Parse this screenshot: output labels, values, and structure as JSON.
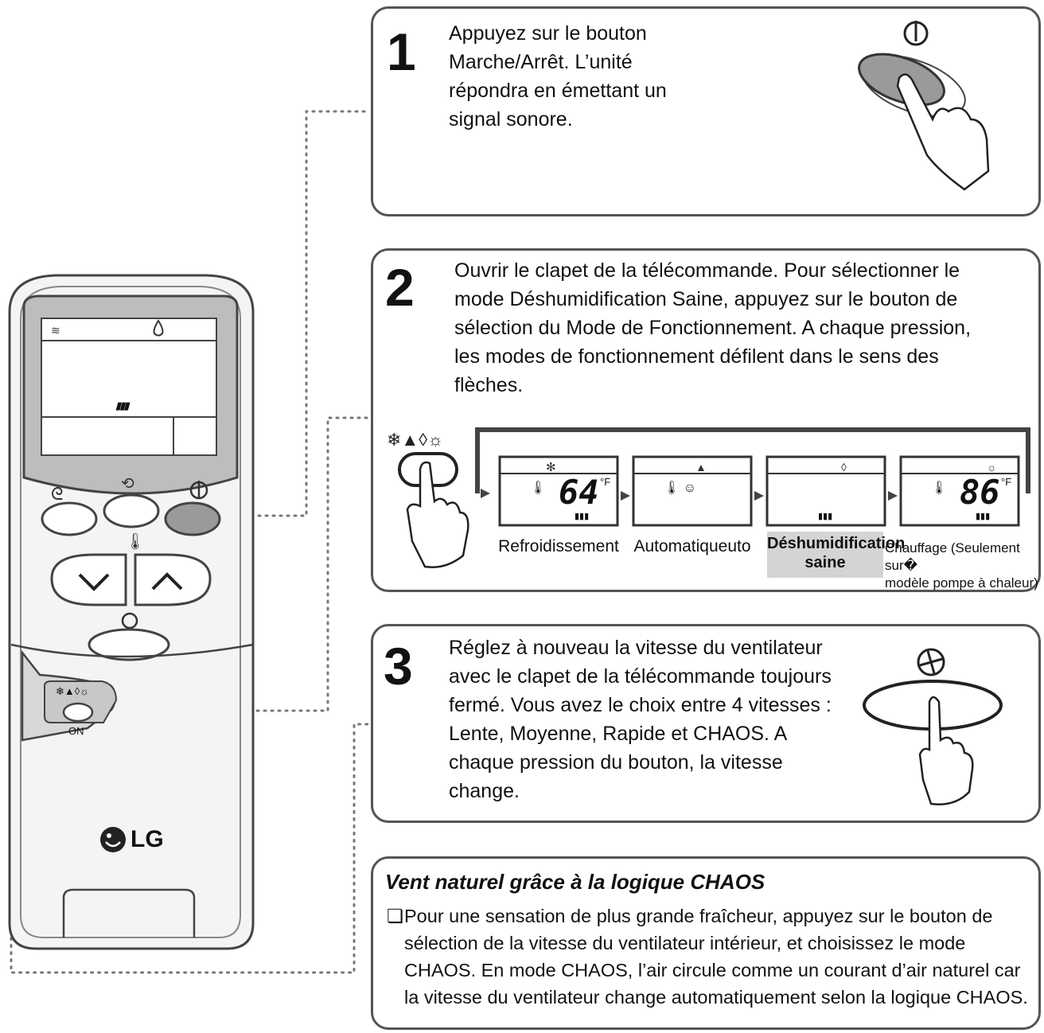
{
  "steps": [
    {
      "number": "1",
      "text": "Appuyez sur le bouton\nMarche/Arrêt. L’unité\nrépondra en émettant un\nsignal sonore."
    },
    {
      "number": "2",
      "text": "Ouvrir le clapet de la télécommande. Pour sélectionner le\nmode Déshumidification Saine, appuyez sur le bouton de\nsélection du Mode de Fonctionnement. A chaque pression,\nles modes de fonctionnement défilent dans le sens des\nflèches."
    },
    {
      "number": "3",
      "text": "Réglez à nouveau la vitesse du ventilateur\navec le clapet de la télécommande toujours\nfermé. Vous avez le choix entre 4 vitesses :\nLente, Moyenne, Rapide et CHAOS. A\nchaque pression du bouton, la vitesse\nchange."
    }
  ],
  "modes": [
    {
      "label": "Refroidissement",
      "temp": "64",
      "unit": "°F"
    },
    {
      "label": "Automatiqueuto"
    },
    {
      "label": "Déshumidification\nsaine",
      "selected": true
    },
    {
      "label": "Chauffage (Seulement sur�\nmodèle pompe à chaleur)",
      "temp": "86",
      "unit": "°F"
    }
  ],
  "chaos": {
    "title": "Vent naturel grâce à la logique CHAOS",
    "bullet": "❏",
    "lines": [
      "Pour une sensation de plus grande fraîcheur, appuyez sur le bouton de",
      "sélection de la vitesse du ventilateur intérieur, et choisissez le mode",
      "CHAOS. En mode CHAOS, l’air circule comme un courant d’air naturel car",
      "la vitesse du ventilateur change automatiquement selon la logique CHAOS."
    ]
  },
  "remote": {
    "brand": "LG",
    "flap_label": "ON",
    "screen_bars": "▮▮▮",
    "mode_icons": "❄▲◊☼"
  },
  "colors": {
    "outline": "#555555",
    "button_gray": "#9a9a9a",
    "screen_gray": "#c9c9c9",
    "selected_label_bg": "#d4d4d4"
  }
}
